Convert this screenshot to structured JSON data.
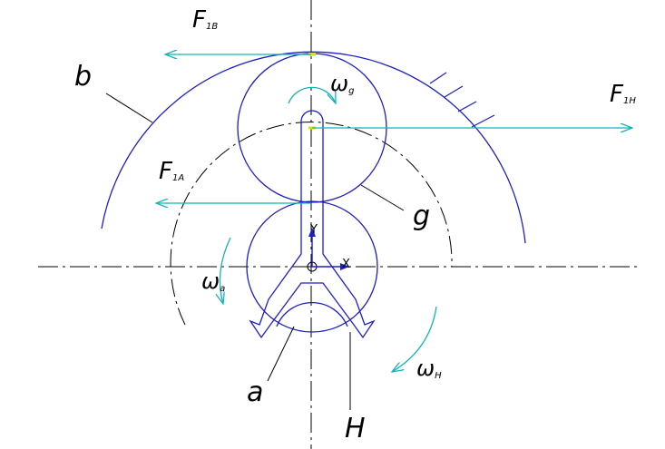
{
  "colors": {
    "background": "#ffffff",
    "gear": "#1f1fbf",
    "force": "#13b3b8",
    "line": "#000000",
    "marker": "#e0e000"
  },
  "labels": {
    "b": "b",
    "g": "g",
    "a": "a",
    "H": "H"
  },
  "forces": {
    "f1b": {
      "main": "F",
      "sub": "1B"
    },
    "f1h": {
      "main": "F",
      "sub": "1H"
    },
    "f1a": {
      "main": "F",
      "sub": "1A"
    }
  },
  "omegas": {
    "wg": {
      "main": "ω",
      "sub": "g"
    },
    "wa": {
      "main": "ω",
      "sub": "a"
    },
    "wh": {
      "main": "ω",
      "sub": "H"
    }
  },
  "axes": {
    "x": "X",
    "y": "Y"
  }
}
